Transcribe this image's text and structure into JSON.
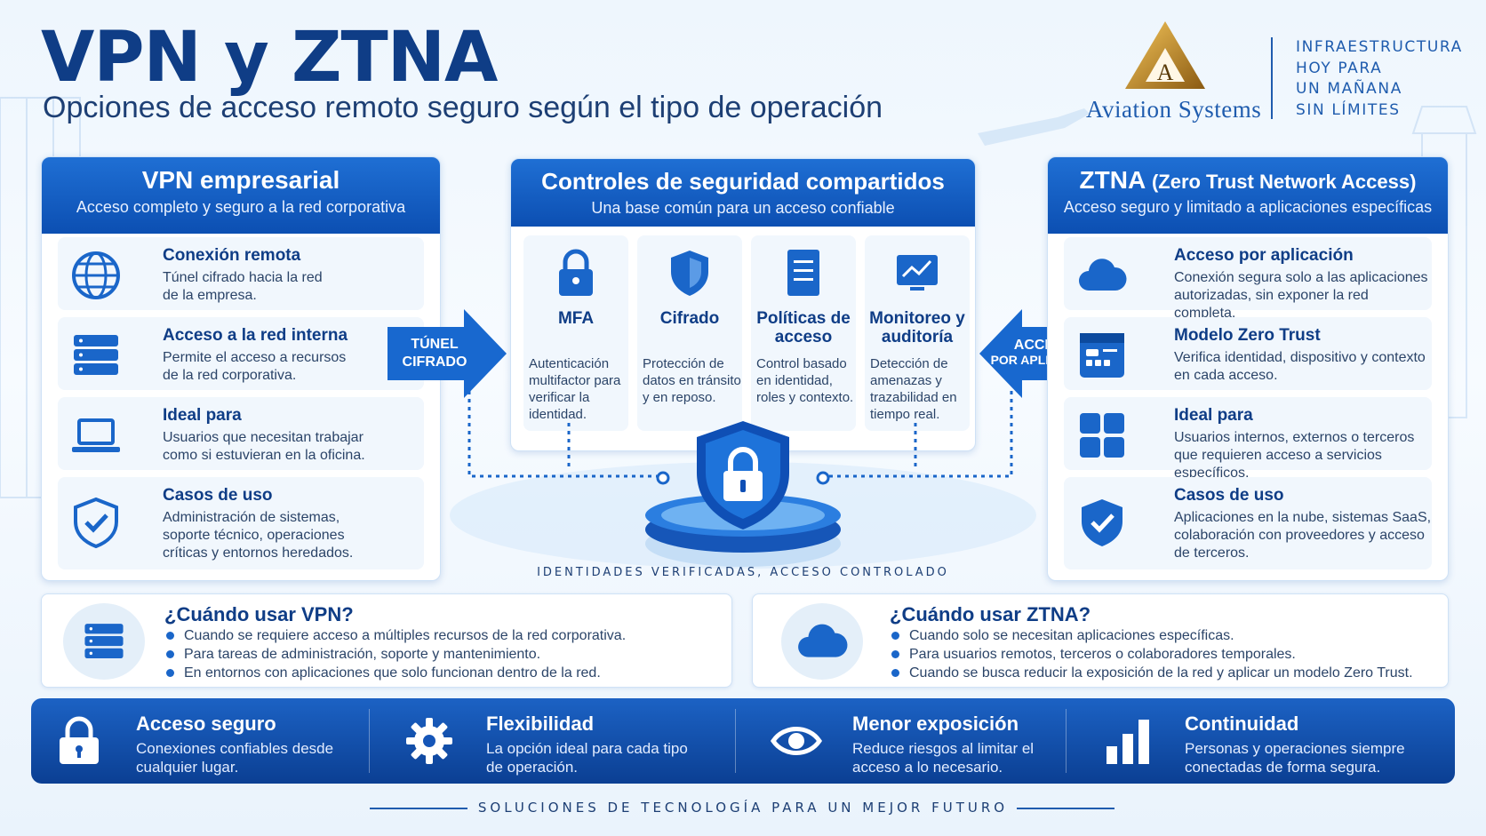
{
  "header": {
    "title": "VPN y ZTNA",
    "subtitle": "Opciones de acceso remoto seguro según el tipo de operación",
    "logo_name": "Aviation Systems",
    "logo_letter": "A",
    "tagline": [
      "INFRAESTRUCTURA",
      "HOY PARA",
      "UN MAÑANA",
      "SIN LÍMITES"
    ]
  },
  "vpn": {
    "title": "VPN empresarial",
    "subtitle": "Acceso completo y seguro a la red corporativa",
    "items": [
      {
        "icon": "globe-icon",
        "title": "Conexión remota",
        "desc": "Túnel cifrado hacia la red de la empresa."
      },
      {
        "icon": "server-icon",
        "title": "Acceso a la red interna",
        "desc": "Permite el acceso a recursos de la red corporativa."
      },
      {
        "icon": "laptop-icon",
        "title": "Ideal para",
        "desc": "Usuarios que necesitan trabajar como si estuvieran en la oficina."
      },
      {
        "icon": "shield-check-icon",
        "title": "Casos de uso",
        "desc": "Administración de sistemas, soporte técnico, operaciones críticas y entornos heredados."
      }
    ]
  },
  "shared": {
    "title": "Controles de seguridad compartidos",
    "subtitle": "Una base común para un acceso confiable",
    "cards": [
      {
        "icon": "padlock-icon",
        "title": "MFA",
        "desc": "Autenticación multifactor para verificar la identidad."
      },
      {
        "icon": "shield-icon",
        "title": "Cifrado",
        "desc": "Protección de datos en tránsito y en reposo."
      },
      {
        "icon": "document-icon",
        "title": "Políticas de acceso",
        "desc": "Control basado en identidad, roles y contexto."
      },
      {
        "icon": "monitor-chart-icon",
        "title": "Monitoreo y auditoría",
        "desc": "Detección de amenazas y trazabilidad en tiempo real."
      }
    ],
    "identity_caption": "IDENTIDADES VERIFICADAS, ACCESO CONTROLADO"
  },
  "arrows": {
    "left": [
      "TÚNEL",
      "CIFRADO"
    ],
    "right": [
      "ACCESO",
      "POR APLICACIÓN"
    ]
  },
  "ztna": {
    "title": "ZTNA",
    "title_suffix": "(Zero Trust Network Access)",
    "subtitle": "Acceso seguro y limitado a aplicaciones específicas",
    "items": [
      {
        "icon": "cloud-icon",
        "title": "Acceso por aplicación",
        "desc": "Conexión segura solo a las aplicaciones autorizadas, sin exponer la red completa."
      },
      {
        "icon": "app-window-icon",
        "title": "Modelo Zero Trust",
        "desc": "Verifica identidad, dispositivo y contexto en cada acceso."
      },
      {
        "icon": "grid-icon",
        "title": "Ideal para",
        "desc": "Usuarios internos, externos o terceros que requieren acceso a servicios específicos."
      },
      {
        "icon": "shield-check-icon",
        "title": "Casos de uso",
        "desc": "Aplicaciones en la nube, sistemas SaaS, colaboración con proveedores y acceso de terceros."
      }
    ]
  },
  "when_vpn": {
    "title": "¿Cuándo usar VPN?",
    "bullets": [
      "Cuando se requiere acceso a múltiples recursos de la red corporativa.",
      "Para tareas de administración, soporte y mantenimiento.",
      "En entornos con aplicaciones que solo funcionan dentro de la red."
    ]
  },
  "when_ztna": {
    "title": "¿Cuándo usar ZTNA?",
    "bullets": [
      "Cuando solo se necesitan aplicaciones específicas.",
      "Para usuarios remotos, terceros o colaboradores temporales.",
      "Cuando se busca reducir la exposición de la red y aplicar un modelo Zero Trust."
    ]
  },
  "features": [
    {
      "icon": "padlock-icon",
      "title": "Acceso seguro",
      "desc": "Conexiones confiables desde cualquier lugar."
    },
    {
      "icon": "gear-icon",
      "title": "Flexibilidad",
      "desc": "La opción ideal para cada tipo de operación."
    },
    {
      "icon": "eye-icon",
      "title": "Menor exposición",
      "desc": "Reduce riesgos al limitar el acceso a lo necesario."
    },
    {
      "icon": "bar-chart-icon",
      "title": "Continuidad",
      "desc": "Personas y operaciones siempre conectadas de forma segura."
    }
  ],
  "footer": "SOLUCIONES DE TECNOLOGÍA PARA UN MEJOR FUTURO",
  "colors": {
    "primary": "#0f3d86",
    "accent": "#1a66c9",
    "light": "#f1f7fd"
  }
}
